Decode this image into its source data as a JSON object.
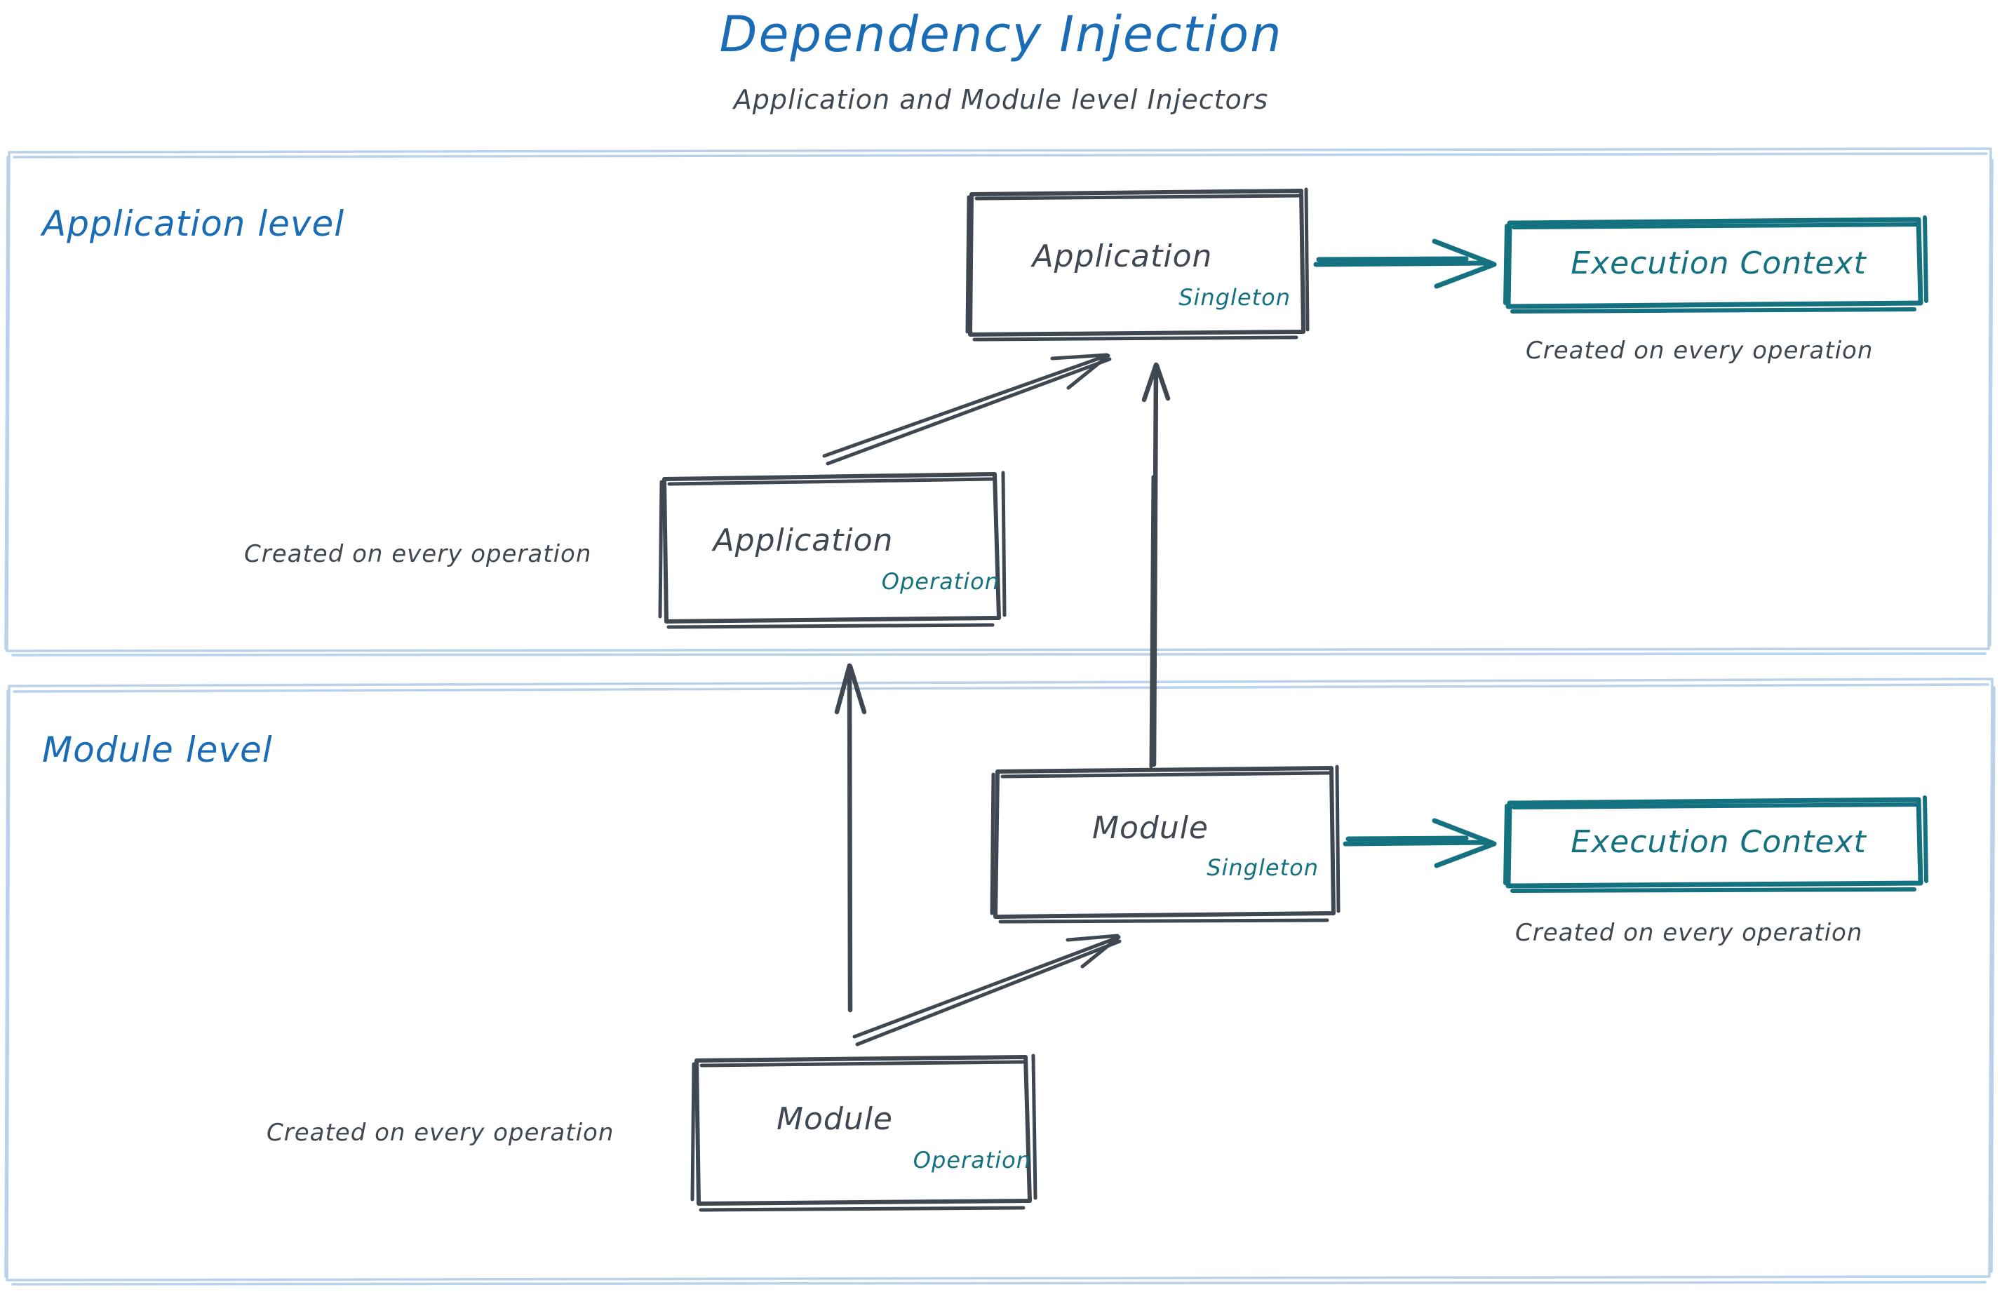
{
  "header": {
    "title": "Dependency Injection",
    "subtitle": "Application and Module level Injectors"
  },
  "colors": {
    "title_blue": "#1a6cb5",
    "container_border_blue": "#b9d2ea",
    "box_stroke_gray": "#3f4751",
    "accent_teal": "#147180",
    "text_gray": "#3f4751",
    "background": "#ffffff"
  },
  "containers": [
    {
      "id": "application-level",
      "caption": "Application level"
    },
    {
      "id": "module-level",
      "caption": "Module level"
    }
  ],
  "boxes": {
    "application_singleton": {
      "title": "Application",
      "scope": "Singleton"
    },
    "application_operation": {
      "title": "Application",
      "scope": "Operation"
    },
    "module_singleton": {
      "title": "Module",
      "scope": "Singleton"
    },
    "module_operation": {
      "title": "Module",
      "scope": "Operation"
    },
    "execution_context_application": {
      "label": "Execution Context"
    },
    "execution_context_module": {
      "label": "Execution Context"
    }
  },
  "annotations": {
    "application_operation_created": "Created on every operation",
    "module_operation_created": "Created on every operation",
    "execution_context_application_created": "Created on every operation",
    "execution_context_module_created": "Created on every operation"
  },
  "arrows": [
    {
      "id": "app-operation-to-app-singleton",
      "from": "application_operation",
      "to": "application_singleton",
      "style": "gray-double-stroke"
    },
    {
      "id": "app-singleton-to-exec-context-app",
      "from": "application_singleton",
      "to": "execution_context_application",
      "style": "teal"
    },
    {
      "id": "module-singleton-to-app-singleton",
      "from": "module_singleton",
      "to": "application_singleton",
      "style": "gray"
    },
    {
      "id": "module-operation-to-app-operation-level",
      "from": "module_operation",
      "to": "application_level",
      "style": "gray"
    },
    {
      "id": "module-operation-to-module-singleton",
      "from": "module_operation",
      "to": "module_singleton",
      "style": "gray-double-stroke"
    },
    {
      "id": "module-singleton-to-exec-context-module",
      "from": "module_singleton",
      "to": "execution_context_module",
      "style": "teal"
    }
  ]
}
